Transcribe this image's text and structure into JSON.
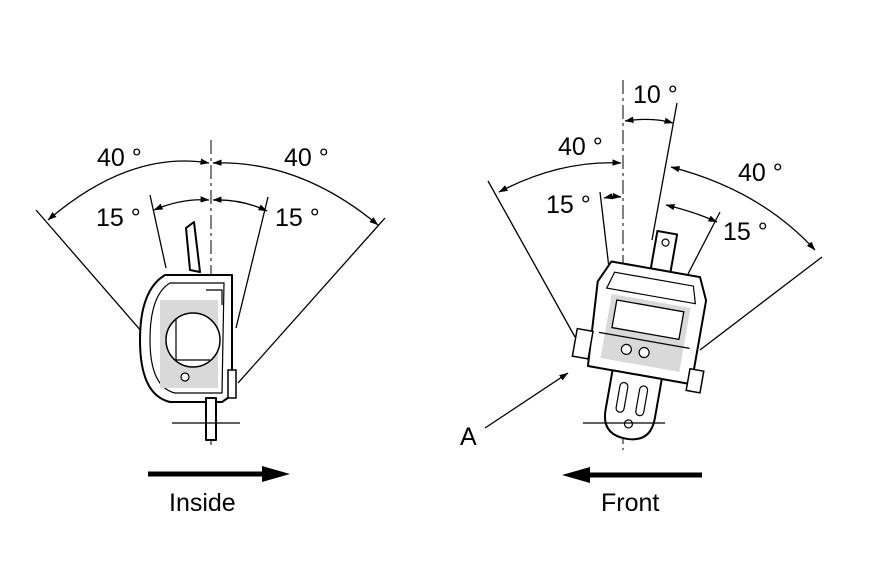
{
  "left_view": {
    "angle_outer_left": "40 °",
    "angle_outer_right": "40 °",
    "angle_inner_left": "15 °",
    "angle_inner_right": "15 °",
    "direction_label": "Inside",
    "direction": "right"
  },
  "right_view": {
    "angle_top": "10 °",
    "angle_outer_left": "40 °",
    "angle_outer_right": "40 °",
    "angle_inner_left": "15 °",
    "angle_inner_right": "15 °",
    "callout": "A",
    "direction_label": "Front",
    "direction": "left"
  }
}
